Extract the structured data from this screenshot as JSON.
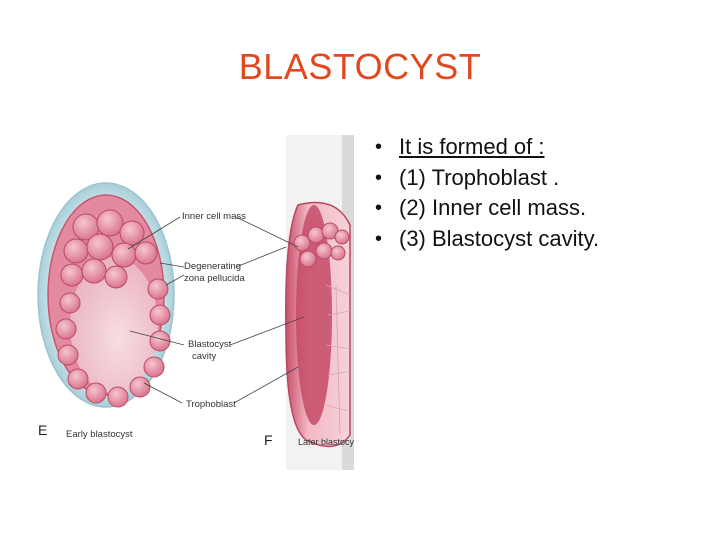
{
  "title": "BLASTOCYST",
  "bullets": [
    {
      "text": "It is formed of :",
      "underline": true
    },
    {
      "text": "(1) Trophoblast ."
    },
    {
      "text": "(2) Inner cell mass."
    },
    {
      "text": "(3) Blastocyst cavity."
    }
  ],
  "figure": {
    "labels": {
      "inner_cell_mass": "Inner cell mass",
      "degenerating_1": "Degenerating",
      "degenerating_2": "zona pellucida",
      "cavity_1": "Blastocyst",
      "cavity_2": "cavity",
      "trophoblast": "Trophoblast",
      "letter_e": "E",
      "early": "Early blastocyst",
      "letter_f": "F",
      "later": "Later blastocyst"
    }
  }
}
